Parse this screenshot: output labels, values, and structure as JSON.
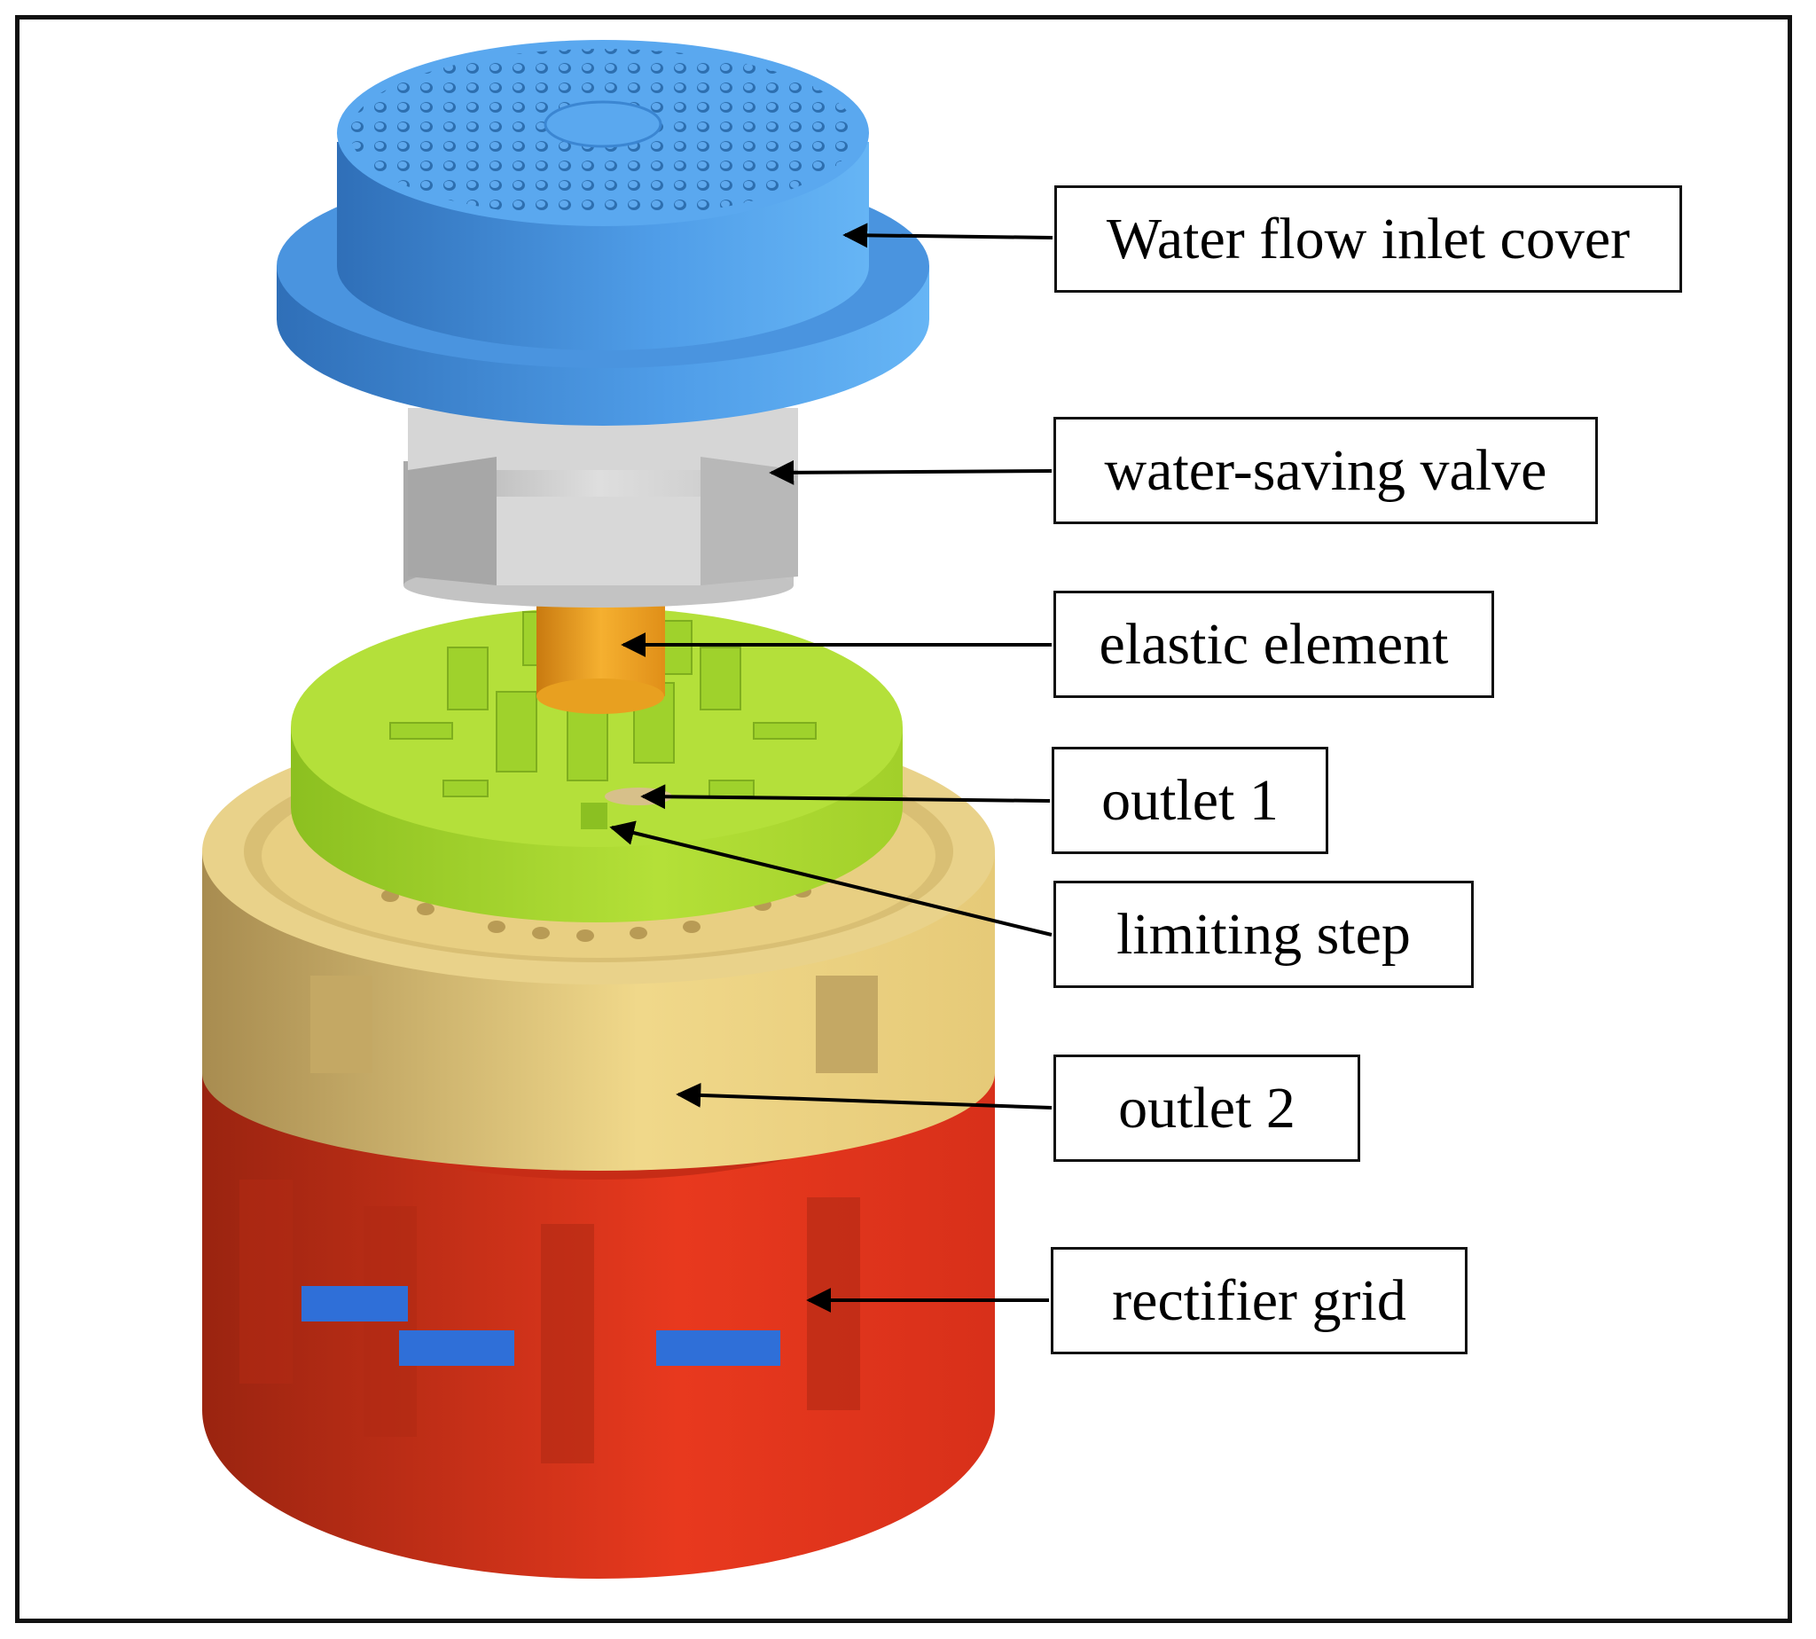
{
  "labels": {
    "inlet_cover": "Water flow inlet cover",
    "valve": "water-saving valve",
    "elastic": "elastic element",
    "outlet1": "outlet 1",
    "limiting_step": "limiting step",
    "outlet2": "outlet 2",
    "rectifier_grid": "rectifier grid"
  },
  "colors": {
    "inlet_cover": "#4f9de8",
    "valve": "#c9c9c9",
    "elastic": "#f0a020",
    "green_disc": "#a9d830",
    "beige_ring": "#e8cc7c",
    "rectifier_grid": "#e0341c",
    "inner_blue": "#2f6fd8"
  }
}
